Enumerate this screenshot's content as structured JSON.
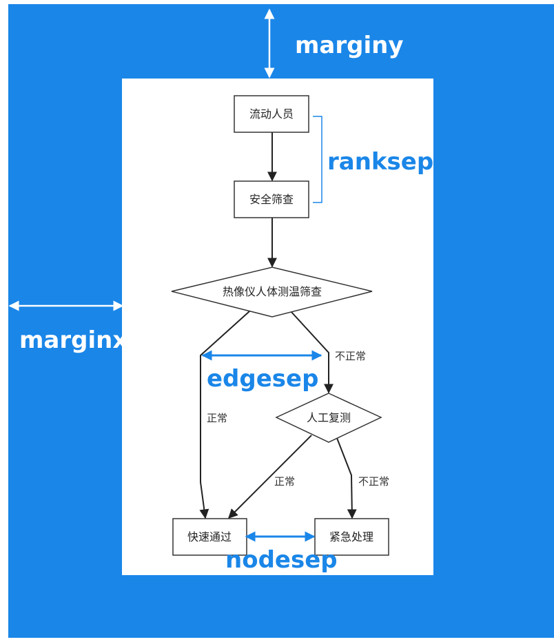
{
  "colors": {
    "background": "#1a86e8",
    "canvas": "#ffffff",
    "node_border": "#333333",
    "edge": "#222222",
    "annotation_blue": "#1a86e8",
    "annotation_white": "#ffffff"
  },
  "annotations": {
    "marginy": "marginy",
    "marginx": "marginx",
    "ranksep": "ranksep",
    "edgesep": "edgesep",
    "nodesep": "nodesep"
  },
  "nodes": {
    "floating_people": "流动人员",
    "security_screening": "安全筛查",
    "thermal_screening": "热像仪人体测温筛查",
    "manual_recheck": "人工复测",
    "fast_pass": "快速通过",
    "emergency": "紧急处理"
  },
  "edge_labels": {
    "thermal_abnormal": "不正常",
    "thermal_normal": "正常",
    "recheck_normal": "正常",
    "recheck_abnormal": "不正常"
  }
}
